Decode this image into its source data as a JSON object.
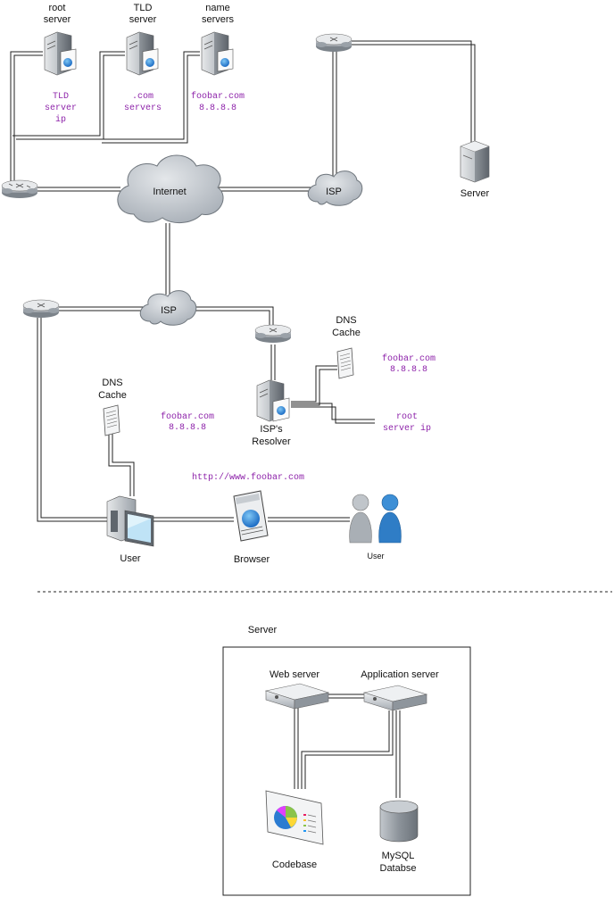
{
  "nodes": {
    "root_server": {
      "label_line1": "root",
      "label_line2": "server"
    },
    "tld_server": {
      "label_line1": "TLD",
      "label_line2": "server"
    },
    "name_servers": {
      "label_line1": "name",
      "label_line2": "servers"
    },
    "internet": {
      "label": "Internet"
    },
    "isp_top": {
      "label": "ISP"
    },
    "isp_mid": {
      "label": "ISP"
    },
    "server_right": {
      "label": "Server"
    },
    "dns_cache_resolver": {
      "label_line1": "DNS",
      "label_line2": "Cache"
    },
    "dns_cache_user": {
      "label_line1": "DNS",
      "label_line2": "Cache"
    },
    "isp_resolver": {
      "label_line1": "ISP's",
      "label_line2": "Resolver"
    },
    "user_pc": {
      "label": "User"
    },
    "browser": {
      "label": "Browser"
    },
    "user_people": {
      "label": "User"
    },
    "server_box": {
      "label": "Server"
    },
    "web_server": {
      "label": "Web server"
    },
    "app_server": {
      "label": "Application server"
    },
    "codebase": {
      "label": "Codebase"
    },
    "mysql": {
      "label_line1": "MySQL",
      "label_line2": "Databse"
    }
  },
  "annotations": {
    "tld_server_ip": {
      "line1": "TLD",
      "line2": "server",
      "line3": "ip"
    },
    "com_servers": {
      "line1": ".com",
      "line2": "servers"
    },
    "foobar_top": {
      "line1": "foobar.com",
      "line2": "8.8.8.8"
    },
    "foobar_resolver": {
      "line1": "foobar.com",
      "line2": "8.8.8.8"
    },
    "root_server_ip": {
      "line1": "root",
      "line2": "server ip"
    },
    "foobar_user": {
      "line1": "foobar.com",
      "line2": "8.8.8.8"
    },
    "url": {
      "text": "http://www.foobar.com"
    }
  },
  "colors": {
    "annotation": "#8e24aa",
    "line": "#222222",
    "cloud": "#c9ced4"
  }
}
